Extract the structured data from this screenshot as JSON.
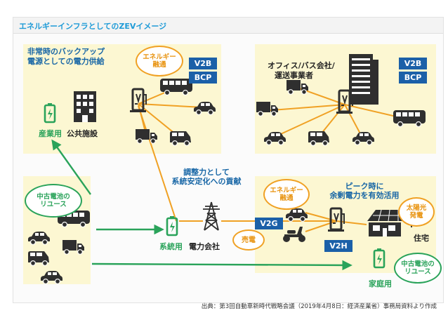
{
  "title": "エネルギーインフラとしてのZEVイメージ",
  "badges": {
    "v2b": "V2B",
    "bcp": "BCP",
    "v2g": "V2G",
    "v2h": "V2H"
  },
  "panel_public": {
    "heading_line1": "非常時のバックアップ",
    "heading_line2": "電源としての電力供給",
    "bubble": "エネルギー\n融通",
    "industrial_label": "産業用",
    "public_facility_label": "公共施設"
  },
  "panel_office": {
    "heading_line1": "オフィス/バス会社/",
    "heading_line2": "運送事業者"
  },
  "panel_home": {
    "bubble": "エネルギー\n融通",
    "peak_line1": "ピーク時に",
    "peak_line2": "余剰電力を有効活用",
    "solar_bubble": "太陽光\n発電",
    "house_label": "住宅"
  },
  "center": {
    "adjust_line1": "調整力として",
    "adjust_line2": "系統安定化への貢献",
    "grid_label": "系統用",
    "power_company_label": "電力会社",
    "sell_bubble": "売電"
  },
  "reuse_left": "中古電池の\nリユース",
  "reuse_right": "中古電池の\nリユース",
  "household_label": "家庭用",
  "source": "出典：第3回自動車新時代戦略会議（2019年4月8日：経済産業省）事務局資料より作成",
  "colors": {
    "panel": "#fcf7d2",
    "orange": "#f0a124",
    "green": "#2aa35a",
    "navy": "#1b60a8",
    "dark": "#333333",
    "title": "#1f9bd7"
  }
}
